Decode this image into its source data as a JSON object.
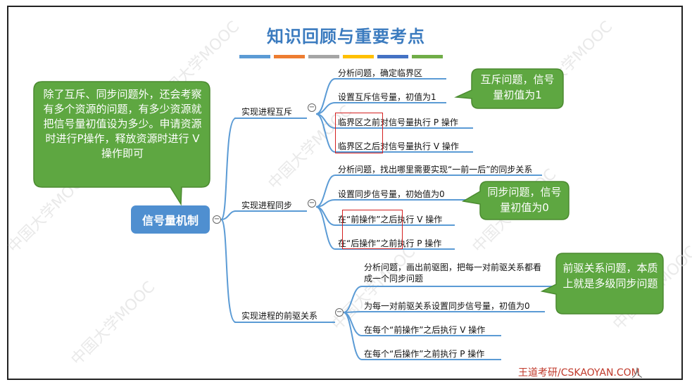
{
  "title": "知识回顾与重要考点",
  "stripes": [
    "#5b9bd5",
    "#ed7d31",
    "#a5a5a5",
    "#ffc000",
    "#4472c4",
    "#70ad47"
  ],
  "root": {
    "label": "信号量机制"
  },
  "branches": [
    {
      "label": "实现进程互斥",
      "items": [
        "分析问题，确定临界区",
        "设置互斥信号量，初值为1",
        "临界区之前对信号量执行 P 操作",
        "临界区之后对信号量执行 V 操作"
      ]
    },
    {
      "label": "实现进程同步",
      "items": [
        "分析问题，找出哪里需要实现“一前一后”的同步关系",
        "设置同步信号量，初始值为0",
        "在“前操作”之后执行 V 操作",
        "在“后操作”之前执行 P 操作"
      ]
    },
    {
      "label": "实现进程的前驱关系",
      "items": [
        "分析问题，画出前驱图，把每一对前驱关系都看成一个同步问题",
        "为每一对前驱关系设置同步信号量，初值为0",
        "在每个“前操作”之后执行 V 操作",
        "在每个“后操作”之前执行 P 操作"
      ]
    }
  ],
  "callouts": {
    "main": "除了互斥、同步问题外，还会考察有多个资源的问题，有多少资源就把信号量初值设为多少。申请资源时进行P操作，释放资源时进行 V 操作即可",
    "mutex": "互斥问题，信号量初值为1",
    "sync": "同步问题，信号量初值为0",
    "precedence": "前驱关系问题，本质上就是多级同步问题"
  },
  "toggle_symbol": "−",
  "watermark": "中国大学MOOC",
  "credit": "王道考研/CSKAOYAN.COM",
  "credit_overlay": "人"
}
